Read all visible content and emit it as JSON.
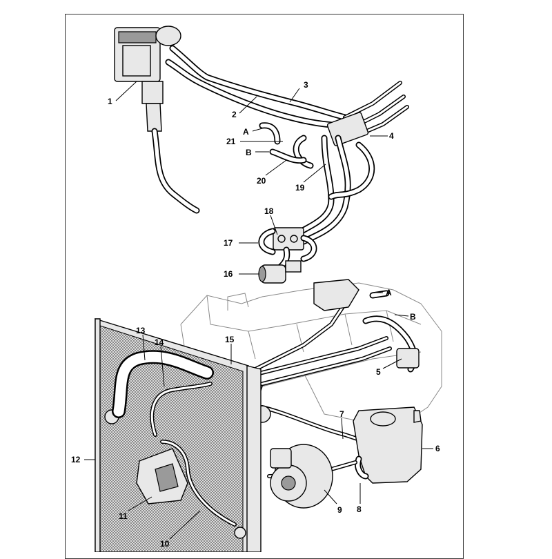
{
  "callouts": [
    {
      "id": "c1",
      "text": "1"
    },
    {
      "id": "c2",
      "text": "2"
    },
    {
      "id": "c3",
      "text": "3"
    },
    {
      "id": "c4",
      "text": "4"
    },
    {
      "id": "c5",
      "text": "5"
    },
    {
      "id": "c6",
      "text": "6"
    },
    {
      "id": "c7",
      "text": "7"
    },
    {
      "id": "c8",
      "text": "8"
    },
    {
      "id": "c9",
      "text": "9"
    },
    {
      "id": "c10",
      "text": "10"
    },
    {
      "id": "c11",
      "text": "11"
    },
    {
      "id": "c12",
      "text": "12"
    },
    {
      "id": "c13",
      "text": "13"
    },
    {
      "id": "c14",
      "text": "14"
    },
    {
      "id": "c15",
      "text": "15"
    },
    {
      "id": "c16",
      "text": "16"
    },
    {
      "id": "c17",
      "text": "17"
    },
    {
      "id": "c18",
      "text": "18"
    },
    {
      "id": "c19",
      "text": "19"
    },
    {
      "id": "c20",
      "text": "20"
    },
    {
      "id": "c21",
      "text": "21"
    },
    {
      "id": "cA1",
      "text": "A"
    },
    {
      "id": "cB1",
      "text": "B"
    },
    {
      "id": "cA2",
      "text": "A"
    },
    {
      "id": "cB2",
      "text": "B"
    }
  ]
}
